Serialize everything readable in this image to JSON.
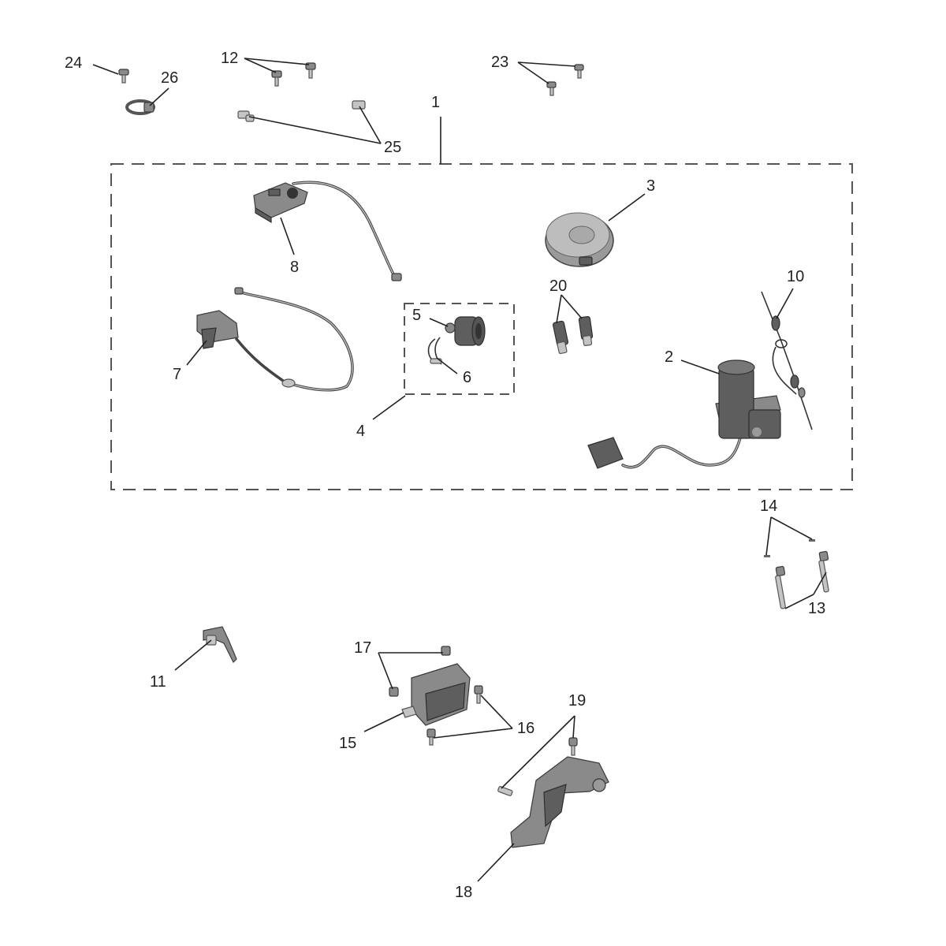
{
  "callouts": {
    "c1": "1",
    "c2": "2",
    "c3": "3",
    "c4": "4",
    "c5": "5",
    "c6": "6",
    "c7": "7",
    "c8": "8",
    "c10": "10",
    "c11": "11",
    "c12": "12",
    "c13": "13",
    "c14": "14",
    "c15": "15",
    "c16": "16",
    "c17": "17",
    "c18": "18",
    "c19": "19",
    "c20": "20",
    "c23": "23",
    "c24": "24",
    "c25": "25",
    "c26": "26"
  },
  "colors": {
    "line": "#222222",
    "part_dark": "#5e5e5e",
    "part_light": "#c4c4c4",
    "background": "#ffffff"
  }
}
